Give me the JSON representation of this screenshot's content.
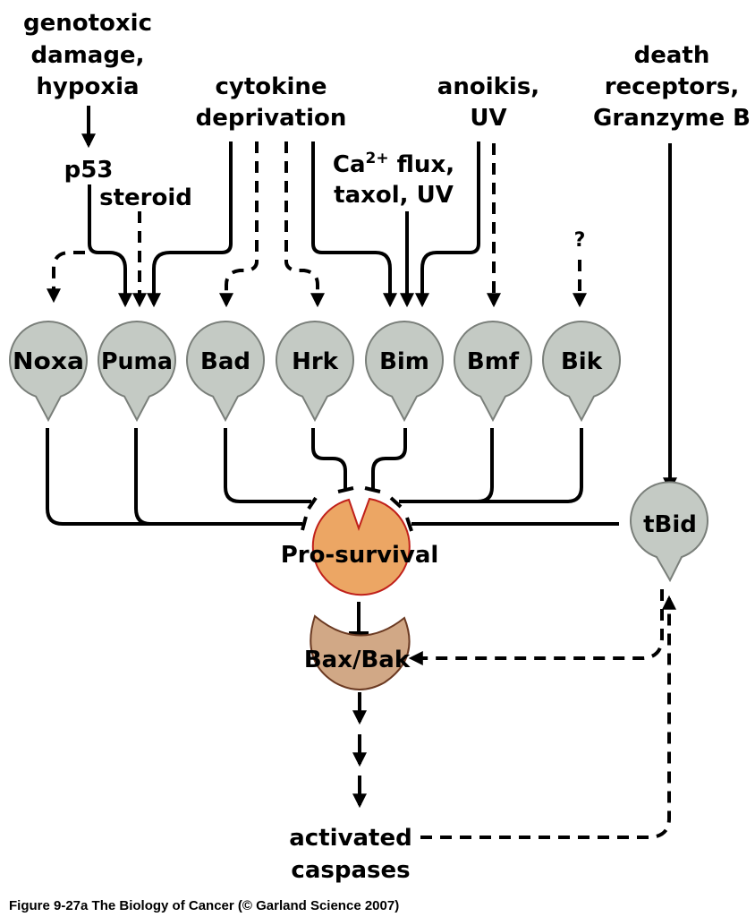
{
  "diagram": {
    "type": "signaling-pathway",
    "sources": {
      "genotoxic": [
        "genotoxic",
        "damage,",
        "hypoxia"
      ],
      "p53": "p53",
      "steroid": "steroid",
      "cytokine": [
        "cytokine",
        "deprivation"
      ],
      "calcium": {
        "prefix": "Ca",
        "superscript": "2+",
        "suffix": " flux,",
        "line2": "taxol, UV"
      },
      "anoikis": [
        "anoikis,",
        "UV"
      ],
      "unknown": "?",
      "death": [
        "death",
        "receptors,",
        "Granzyme B"
      ]
    },
    "bh3_proteins": [
      "Noxa",
      "Puma",
      "Bad",
      "Hrk",
      "Bim",
      "Bmf",
      "Bik"
    ],
    "tbid": "tBid",
    "pro_survival": "Pro-survival",
    "bax_bak": "Bax/Bak",
    "caspases": [
      "activated",
      "caspases"
    ],
    "edges": [
      {
        "from": "genotoxic damage, hypoxia",
        "to": "p53",
        "style": "solid",
        "kind": "activate"
      },
      {
        "from": "p53",
        "to": "Noxa",
        "style": "dashed",
        "kind": "activate"
      },
      {
        "from": "p53",
        "to": "Puma",
        "style": "solid",
        "kind": "activate"
      },
      {
        "from": "steroid",
        "to": "Puma",
        "style": "dashed",
        "kind": "activate"
      },
      {
        "from": "cytokine deprivation",
        "to": "Puma",
        "style": "solid",
        "kind": "activate"
      },
      {
        "from": "cytokine deprivation",
        "to": "Bad",
        "style": "dashed",
        "kind": "activate"
      },
      {
        "from": "cytokine deprivation",
        "to": "Hrk",
        "style": "dashed",
        "kind": "activate"
      },
      {
        "from": "cytokine deprivation",
        "to": "Bim",
        "style": "solid",
        "kind": "activate"
      },
      {
        "from": "Ca2+ flux, taxol, UV",
        "to": "Bim",
        "style": "solid",
        "kind": "activate"
      },
      {
        "from": "anoikis, UV",
        "to": "Bim",
        "style": "solid",
        "kind": "activate"
      },
      {
        "from": "anoikis, UV",
        "to": "Bmf",
        "style": "dashed",
        "kind": "activate"
      },
      {
        "from": "?",
        "to": "Bik",
        "style": "dashed",
        "kind": "activate"
      },
      {
        "from": "death receptors, Granzyme B",
        "to": "tBid",
        "style": "solid",
        "kind": "activate"
      },
      {
        "from": "BH3 proteins",
        "to": "Pro-survival",
        "style": "solid",
        "kind": "inhibit"
      },
      {
        "from": "tBid",
        "to": "Pro-survival",
        "style": "solid",
        "kind": "inhibit"
      },
      {
        "from": "Pro-survival",
        "to": "Bax/Bak",
        "style": "solid",
        "kind": "inhibit"
      },
      {
        "from": "tBid",
        "to": "Bax/Bak",
        "style": "dashed",
        "kind": "activate"
      },
      {
        "from": "Bax/Bak",
        "to": "activated caspases",
        "style": "dashed",
        "kind": "activate"
      },
      {
        "from": "activated caspases",
        "to": "tBid",
        "style": "dashed",
        "kind": "activate"
      }
    ],
    "colors": {
      "bubble_fill": "#c4cac4",
      "pro_survival_fill": "#eca664",
      "pro_survival_stroke": "#c0201a",
      "bax_bak_fill": "#d1a886",
      "bax_bak_stroke": "#6b3a22"
    }
  },
  "caption": "Figure 9-27a  The Biology of Cancer (© Garland Science 2007)"
}
